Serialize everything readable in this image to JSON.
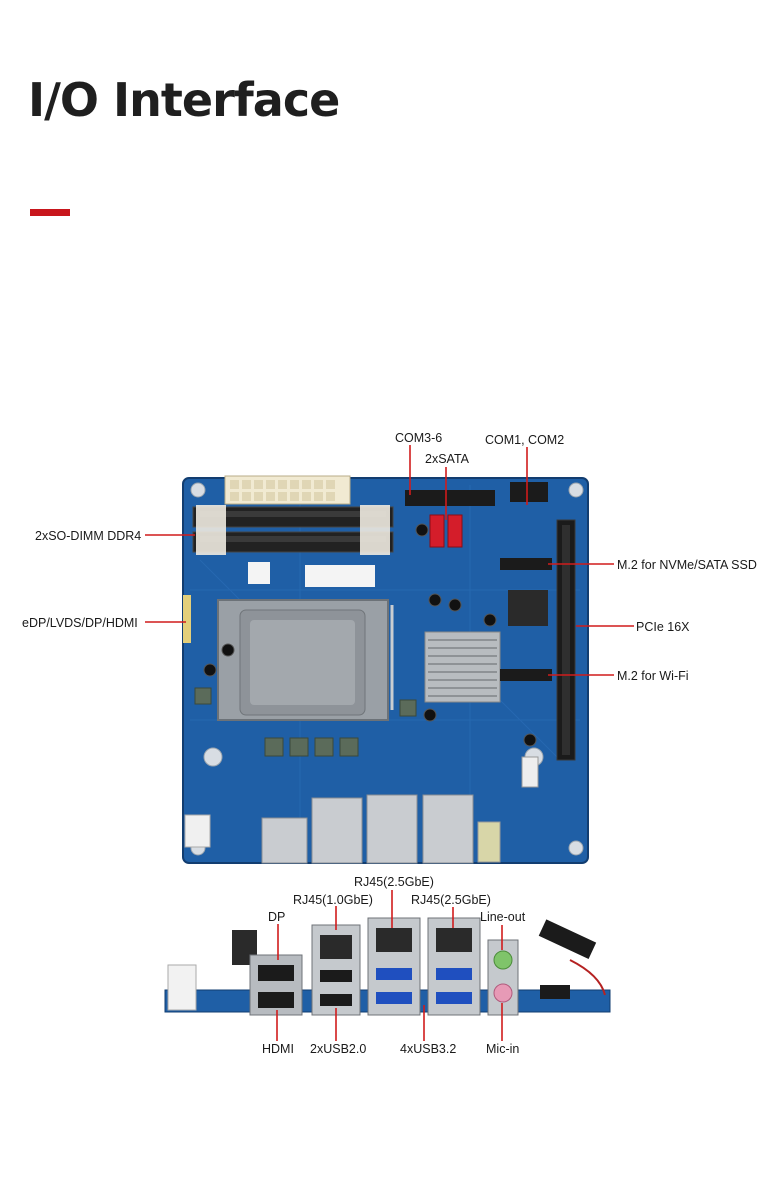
{
  "page": {
    "title": "I/O Interface",
    "accent_color": "#c8161d"
  },
  "board_top_labels": {
    "com3_6": "COM3-6",
    "com1_com2": "COM1, COM2",
    "sata": "2xSATA",
    "sodimm": "2xSO-DIMM DDR4",
    "edp": "eDP/LVDS/DP/HDMI",
    "m2_nvme": "M.2 for NVMe/SATA SSD",
    "pcie": "PCIe 16X",
    "m2_wifi": "M.2 for Wi-Fi"
  },
  "board_io_labels": {
    "rj45_25_top": "RJ45(2.5GbE)",
    "rj45_1g": "RJ45(1.0GbE)",
    "rj45_25_right": "RJ45(2.5GbE)",
    "dp": "DP",
    "line_out": "Line-out",
    "hdmi": "HDMI",
    "usb2": "2xUSB2.0",
    "usb32": "4xUSB3.2",
    "mic_in": "Mic-in"
  },
  "colors": {
    "pcb": "#1f5fa6",
    "pcb_dark": "#174a85",
    "leader": "#d01c1c"
  }
}
